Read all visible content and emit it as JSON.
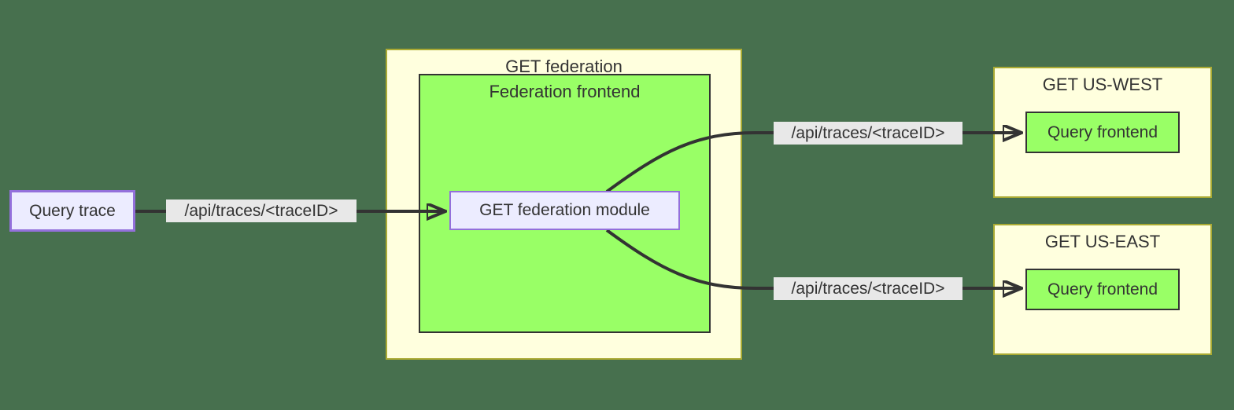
{
  "diagram": {
    "type": "flowchart",
    "nodes": {
      "query_trace": {
        "label": "Query trace"
      },
      "federation_module": {
        "label": "GET federation module"
      },
      "query_frontend_west": {
        "label": "Query frontend"
      },
      "query_frontend_east": {
        "label": "Query frontend"
      }
    },
    "clusters": {
      "get_federation": {
        "title": "GET federation"
      },
      "federation_frontend": {
        "title": "Federation frontend"
      },
      "get_us_west": {
        "title": "GET US-WEST"
      },
      "get_us_east": {
        "title": "GET US-EAST"
      }
    },
    "edges": [
      {
        "from": "query_trace",
        "to": "federation_module",
        "label": "/api/traces/<traceID>"
      },
      {
        "from": "federation_module",
        "to": "query_frontend_west",
        "label": "/api/traces/<traceID>"
      },
      {
        "from": "federation_module",
        "to": "query_frontend_east",
        "label": "/api/traces/<traceID>"
      }
    ],
    "colors": {
      "background": "#47704e",
      "cluster_fill": "#ffffde",
      "cluster_border": "#aaaa33",
      "subgraph_fill": "#99ff66",
      "subgraph_border": "#333333",
      "node_fill": "#ececff",
      "node_border": "#9370db",
      "edge": "#333333",
      "edge_label_bg": "#e8e8e8",
      "text": "#333333"
    }
  }
}
